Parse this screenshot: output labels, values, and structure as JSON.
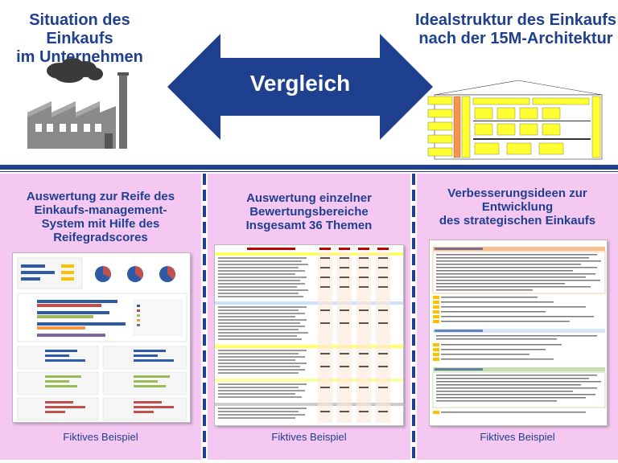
{
  "top": {
    "left_title_line1": "Situation des Einkaufs",
    "left_title_line2": "im Unternehmen",
    "right_title_line1": "Idealstruktur des Einkaufs",
    "right_title_line2": "nach der 15M-Architektur",
    "arrow_label": "Vergleich"
  },
  "panels": {
    "left": {
      "title_line1": "Auswertung zur Reife des",
      "title_line2": "Einkaufs-management-",
      "title_line3": "System mit Hilfe des",
      "title_line4": "Reifegradscores",
      "caption": "Fiktives Beispiel"
    },
    "middle": {
      "title_line1": "Auswertung einzelner",
      "title_line2": "Bewertungsbereiche",
      "title_line3": "Insgesamt 36 Themen",
      "caption": "Fiktives Beispiel"
    },
    "right": {
      "title_line1": "Verbesserungsideen zur",
      "title_line2": "Entwicklung",
      "title_line3": "des strategischen Einkaufs",
      "caption": "Fiktives Beispiel"
    }
  },
  "colors": {
    "accent": "#1f3f8f",
    "panel_bg": "#f5c8f2",
    "factory_gray": "#8a8a8a",
    "architecture_yellow": "#ffff33",
    "architecture_orange": "#f79646"
  }
}
